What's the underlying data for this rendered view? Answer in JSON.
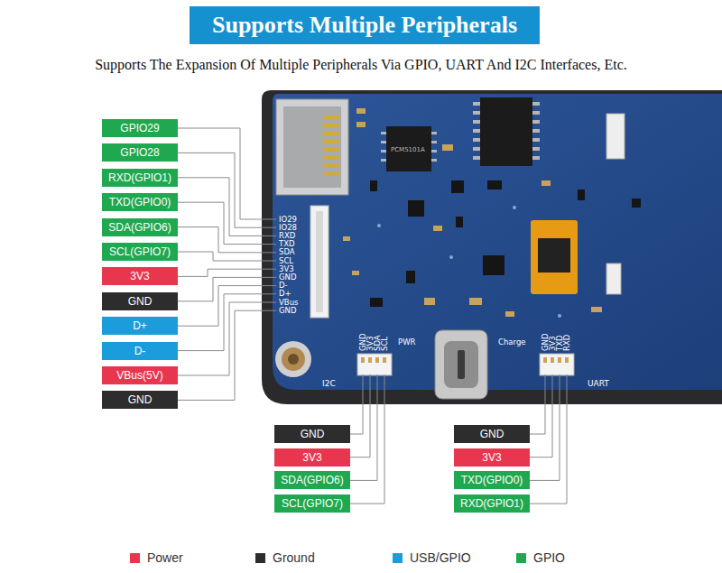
{
  "diagram": {
    "title": "Supports Multiple Peripherals",
    "caption": "Supports The Expansion Of Multiple Peripherals Via GPIO, UART And I2C Interfaces, Etc.",
    "nodes": [
      {
        "text": [
          "GPIO29"
        ]
      },
      {
        "text": [
          "GPIO28"
        ]
      },
      {
        "text": [
          "RXD(GPIO1)"
        ]
      },
      {
        "text": [
          "TXD(GPIO0)"
        ]
      },
      {
        "text": [
          "SDA(GPIO6)"
        ]
      },
      {
        "text": [
          "SCL(GPIO7)"
        ]
      },
      {
        "text": [
          "3V3"
        ]
      },
      {
        "text": [
          "GND"
        ]
      },
      {
        "text": [
          "D+"
        ]
      },
      {
        "text": [
          "D-"
        ]
      },
      {
        "text": [
          "VBus(5V)"
        ]
      },
      {
        "text": [
          "GND"
        ]
      },
      {
        "text": [
          "GND"
        ]
      },
      {
        "text": [
          "3V3"
        ]
      },
      {
        "text": [
          "SDA(GPIO6)"
        ]
      },
      {
        "text": [
          "SCL(GPIO7)"
        ]
      },
      {
        "text": [
          "GND"
        ]
      },
      {
        "text": [
          "3V3"
        ]
      },
      {
        "text": [
          "TXD(GPIO0)"
        ]
      },
      {
        "text": [
          "RXD(GPIO1)"
        ]
      }
    ],
    "labels": [
      "PCM5101A",
      "IO29",
      "IO28",
      "RXD",
      "TXD",
      "SDA",
      "SCL",
      "3V3",
      "GND",
      "D-",
      "D+",
      "VBus",
      "GND",
      "GND",
      "3V3",
      "SDA",
      "SCL",
      "PWR",
      "Charge",
      "GND",
      "3V3",
      "TXD",
      "RXD",
      "I2C",
      "UART"
    ],
    "legend": [
      {
        "text": "Power",
        "color": "#e8364f"
      },
      {
        "text": "Ground",
        "color": "#2d2d2d"
      },
      {
        "text": "USB/GPIO",
        "color": "#1b9ddb"
      },
      {
        "text": "GPIO",
        "color": "#1fa84f"
      }
    ]
  }
}
